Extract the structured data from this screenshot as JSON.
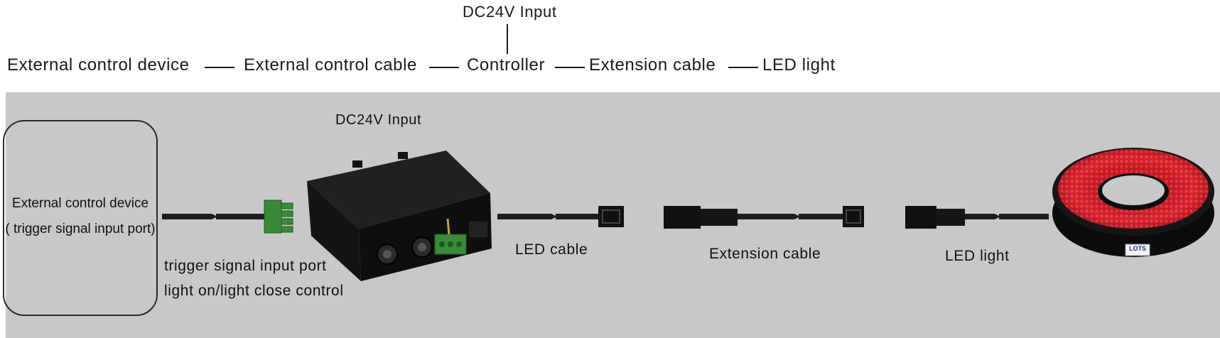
{
  "flow": {
    "dc_input": "DC24V Input",
    "items": [
      "External control device",
      "External control cable",
      "Controller",
      "Extension cable",
      "LED  light"
    ],
    "separator": "——"
  },
  "diagram": {
    "external_device": {
      "line1": "External control device",
      "line2": "( trigger signal input port)"
    },
    "controller_dc_label": "DC24V Input",
    "trigger_label": "trigger signal input port",
    "control_label": "light on/light close control",
    "led_cable_label": "LED cable",
    "extension_cable_label": "Extension cable",
    "led_light_label": "LED light",
    "brand_logo": "LOTS"
  },
  "colors": {
    "panel": "#c8c8c8",
    "led_red": "#d4202a",
    "connector_green": "#3a8a3a",
    "housing": "#141414"
  }
}
